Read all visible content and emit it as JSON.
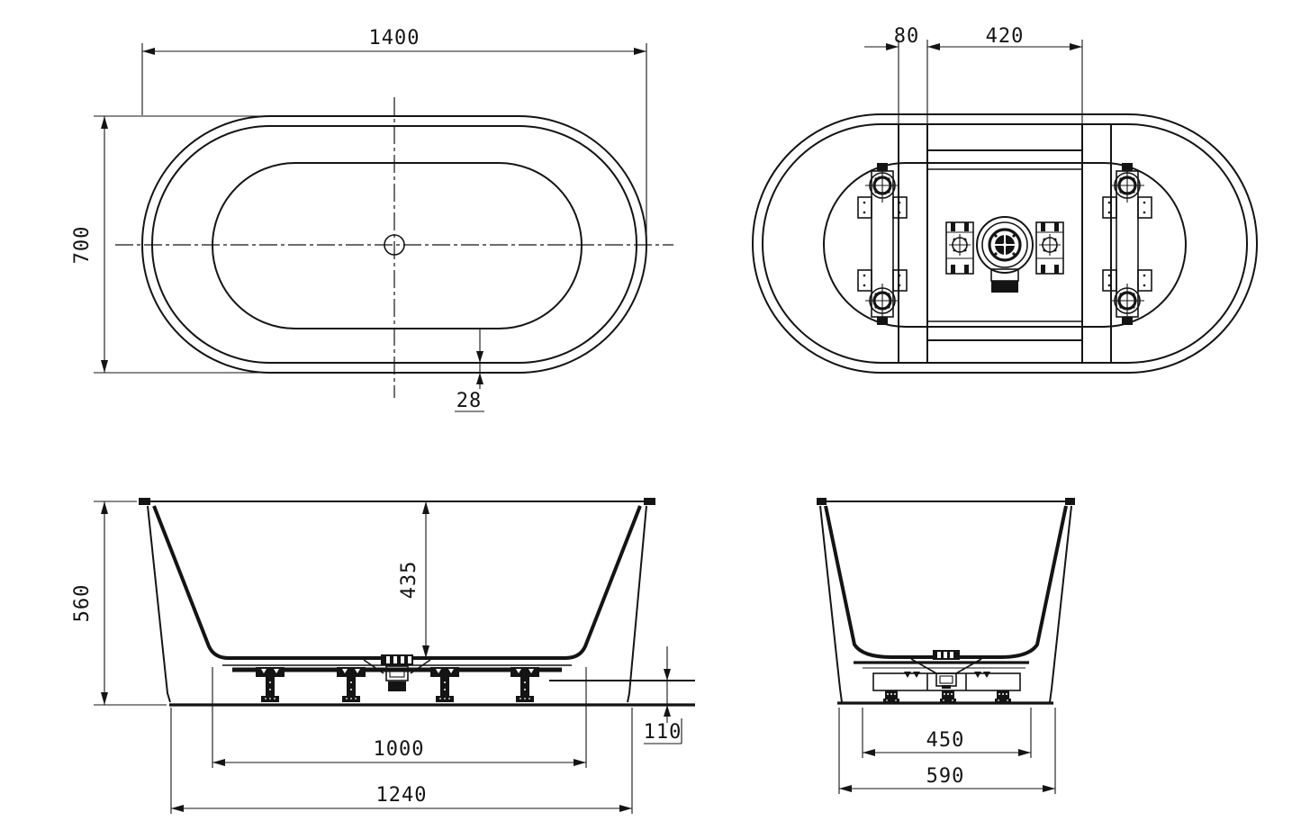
{
  "colors": {
    "background": "#ffffff",
    "ink": "#141414"
  },
  "views": {
    "plan": {
      "dims": {
        "length": "1400",
        "width": "700",
        "rim_edge": "28"
      }
    },
    "underside": {
      "dims": {
        "edge_offset": "80",
        "frame_panel": "420"
      }
    },
    "side": {
      "dims": {
        "overall_height": "560",
        "inner_depth": "435",
        "drain_outlet": "110",
        "foot_frame": "1000",
        "base_length": "1240"
      }
    },
    "end": {
      "dims": {
        "foot_frame": "450",
        "base_width": "590"
      }
    }
  }
}
